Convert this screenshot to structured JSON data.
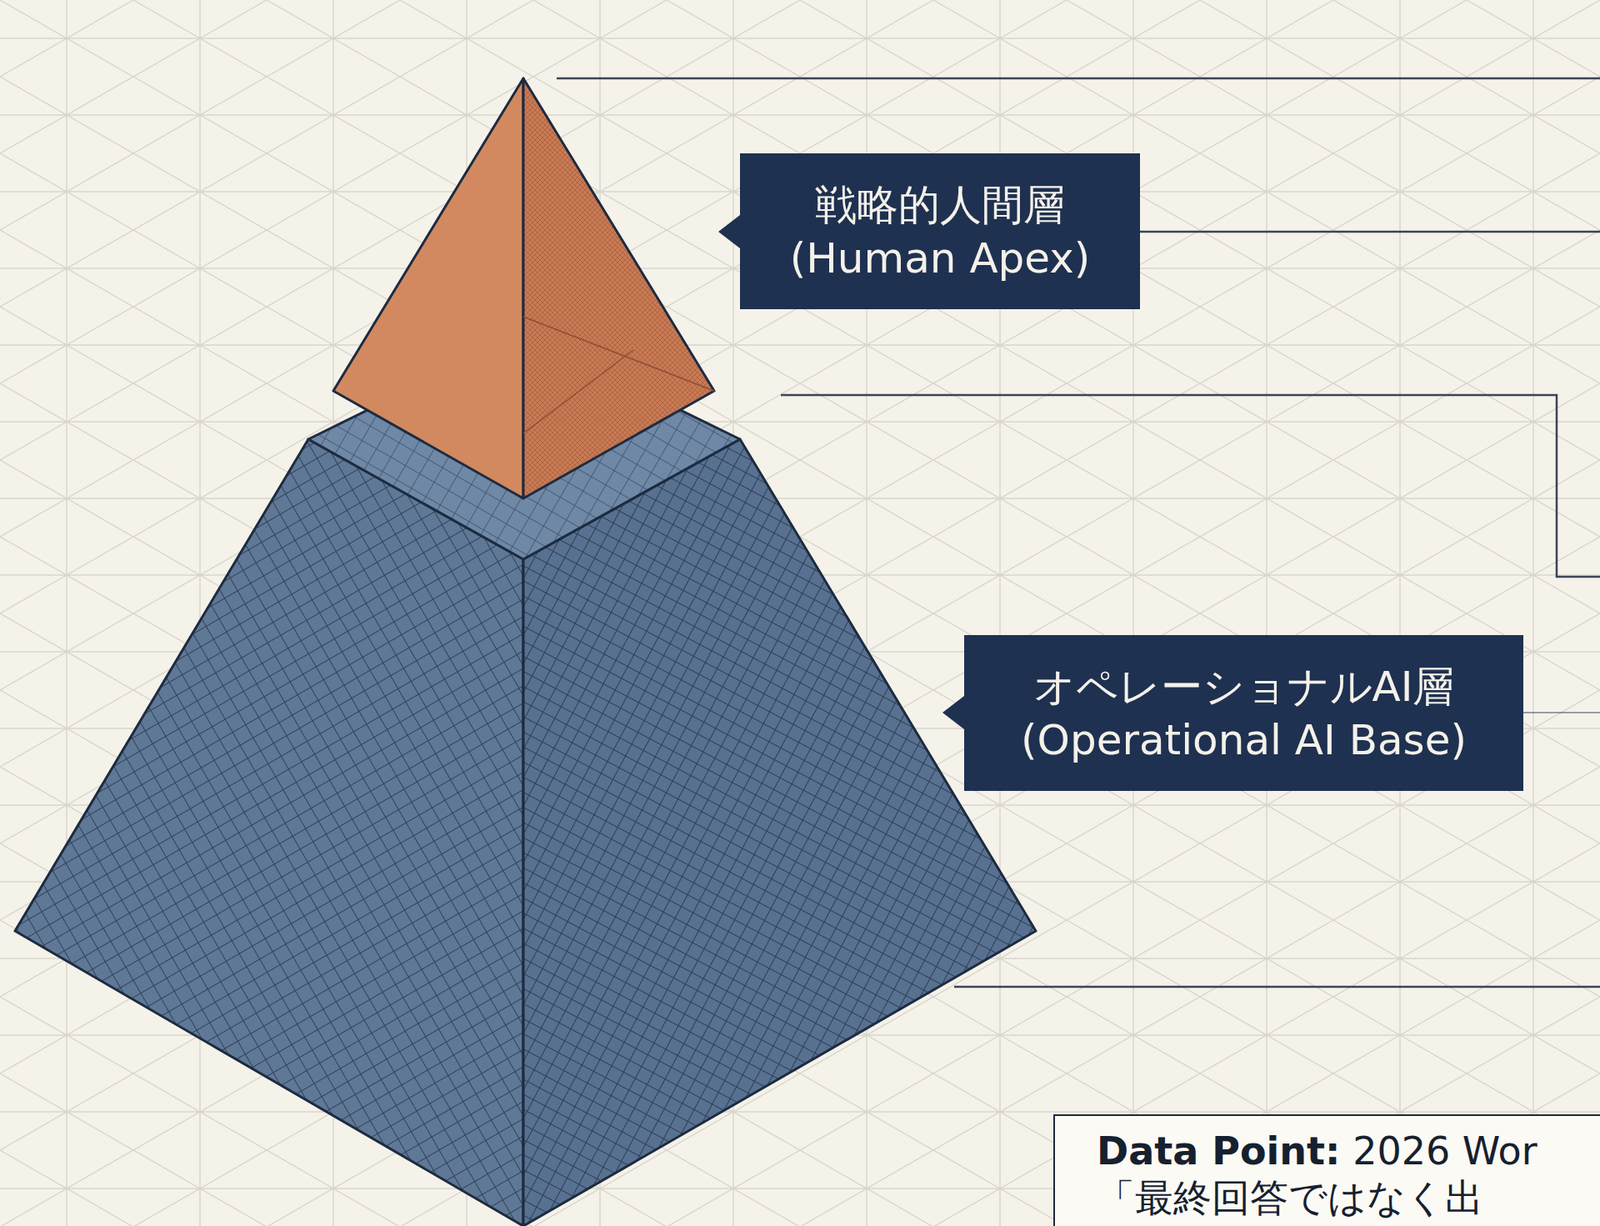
{
  "diagram": {
    "nodes": [
      {
        "text": [
          "戦略的人間層",
          "(Human Apex)"
        ]
      },
      {
        "text": [
          "オペレーショナルAI層",
          "(Operational AI Base)"
        ]
      },
      {
        "text": [
          "Data Point:",
          "2026 Wor",
          "「最終回答ではなく出"
        ]
      }
    ]
  }
}
